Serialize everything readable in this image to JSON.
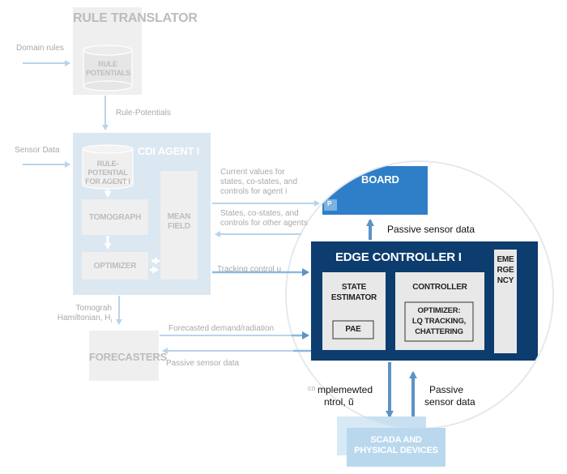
{
  "faded": {
    "rule_translator": "RULE TRANSLATOR",
    "rule_potentials": "RULE POTENTIALS",
    "domain_rules": "Domain rules",
    "rule_potentials_flow": "Rule-Potentials",
    "sensor_data": "Sensor Data",
    "cdi_agent": "CDI AGENT I",
    "rule_potential_agent": "RULE-POTENTIAL FOR AGENT i",
    "tomograph": "TOMOGRAPH",
    "optimizer": "OPTIMIZER",
    "mean_field": "MEAN FIELD",
    "current_values_l1": "Current values for",
    "current_values_l2": "states, co-states, and",
    "current_values_l3": "controls for agent i",
    "other_agents_l1": "States, co-states, and",
    "other_agents_l2": "controls for other agents",
    "tracking_control": "Tracking control u",
    "tomograph_hamiltonian_l1": "Tomograh",
    "tomograph_hamiltonian_l2": "Hamiltonian, H",
    "hamiltonian_sub": "i",
    "forecasters": "FORECASTERS",
    "forecasted_demand": "Forecasted demand/radiation",
    "passive_sensor_data": "Passive sensor data",
    "dashboard_fragment": "BOARD",
    "dashboard_small": "P",
    "scada_l1": "SCADA AND",
    "scada_l2": "PHYSICAL DEVICES",
    "implemented_fragment": "co"
  },
  "zoom": {
    "passive_sensor_top": "Passive sensor data",
    "edge_controller": "EDGE CONTROLLER I",
    "state_estimator_l1": "STATE",
    "state_estimator_l2": "ESTIMATOR",
    "pae": "PAE",
    "controller": "CONTROLLER",
    "optimizer_l1": "OPTIMIZER:",
    "optimizer_l2": "LQ TRACKING,",
    "optimizer_l3": "CHATTERING",
    "emergency": "EMERGENCY",
    "implemented_l1": "mplemewted",
    "implemented_l2": "ntrol, ũ",
    "passive_bottom_l1": "Passive",
    "passive_bottom_l2": "sensor data"
  },
  "colors": {
    "navy": "#0d3c6e",
    "light_blue": "#a9cce6",
    "gray_box": "#efefef",
    "faded_panel": "#dbe7f1",
    "arrow": "#5b93c4",
    "arrow_faded": "#b9d4ea"
  }
}
